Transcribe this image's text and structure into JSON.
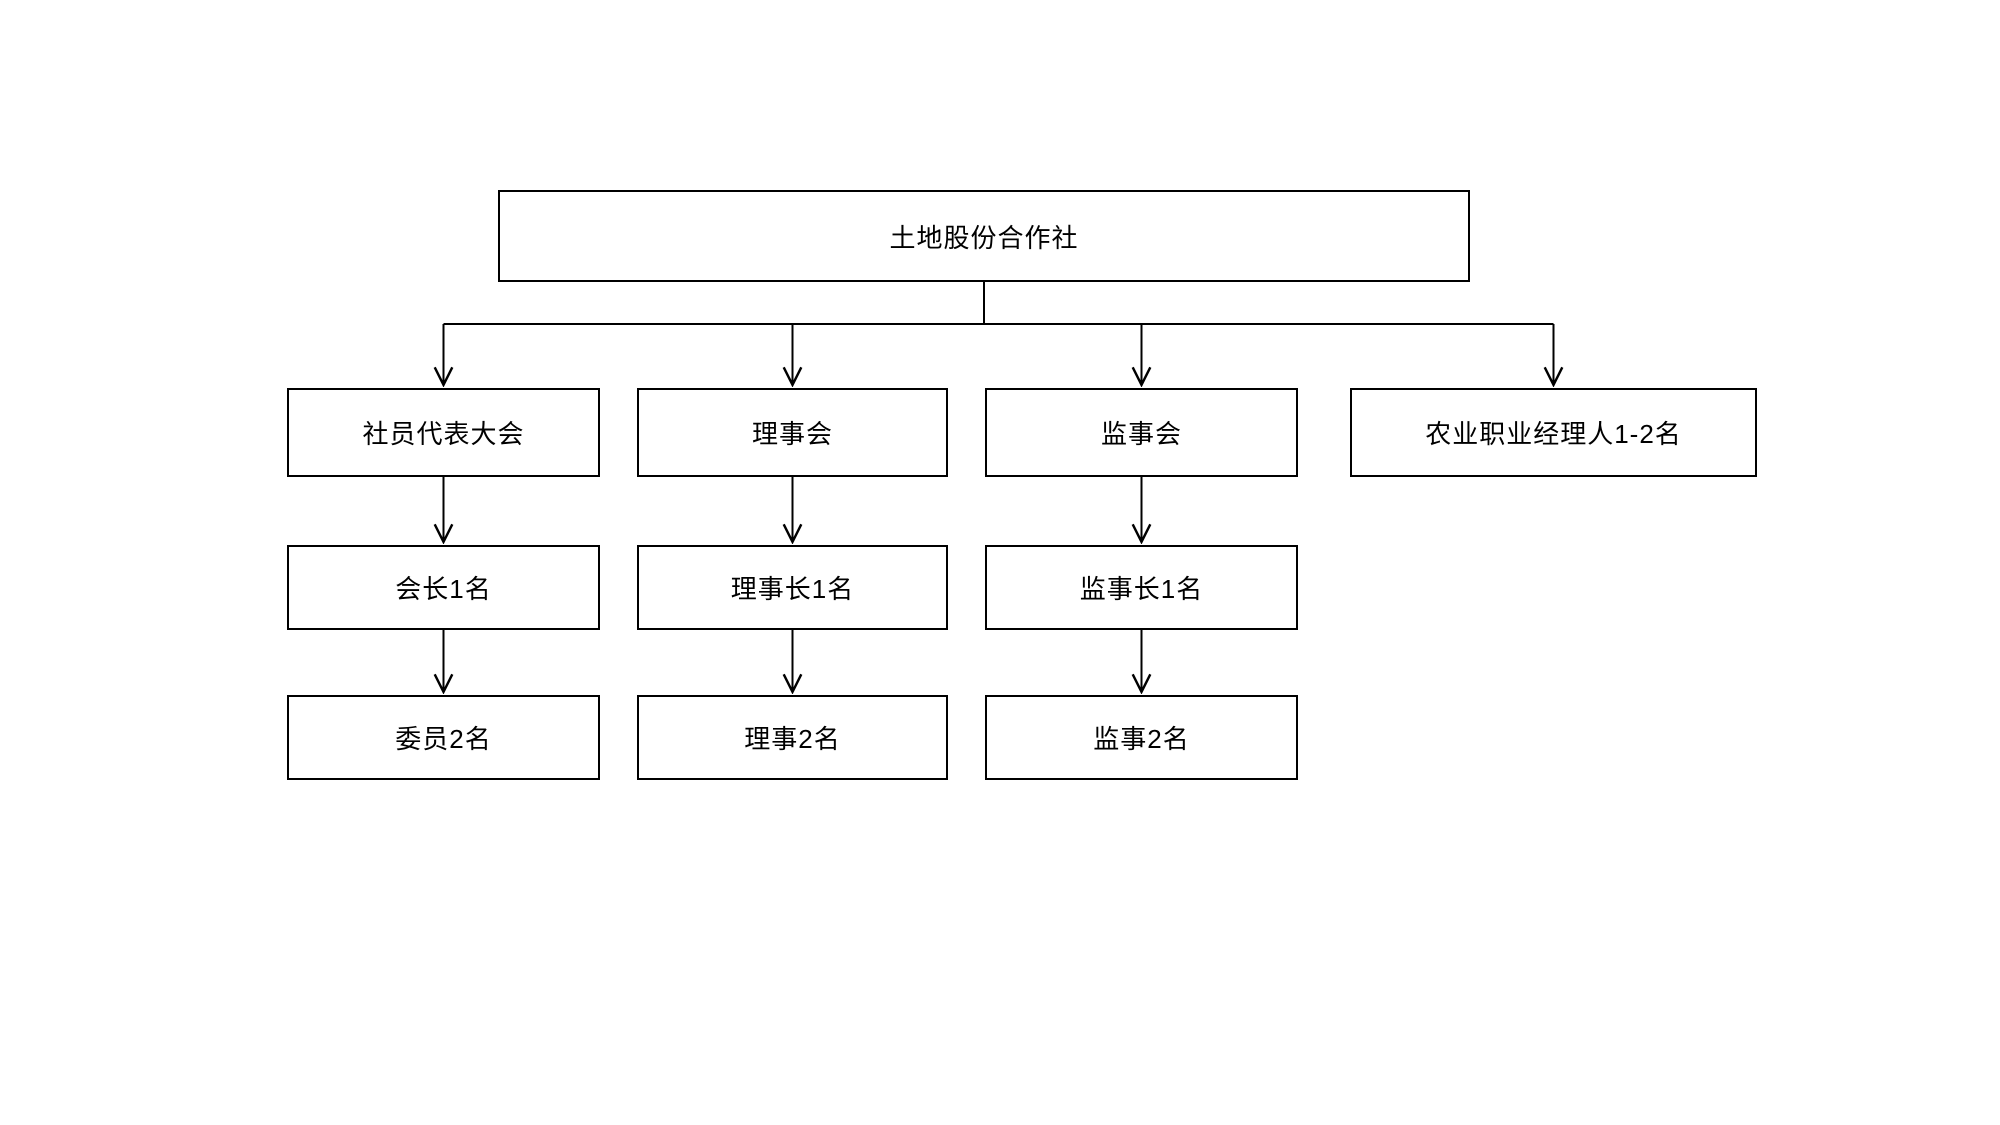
{
  "diagram": {
    "type": "org-chart",
    "background_color": "#ffffff",
    "line_color": "#000000",
    "box_border_color": "#000000",
    "text_color": "#000000",
    "nodes": {
      "root": {
        "label": "土地股份合作社"
      },
      "assembly": {
        "label": "社员代表大会"
      },
      "council": {
        "label": "理事会"
      },
      "supervisory": {
        "label": "监事会"
      },
      "manager": {
        "label": "农业职业经理人1-2名"
      },
      "president": {
        "label": "会长1名"
      },
      "council_chair": {
        "label": "理事长1名"
      },
      "supervisory_chair": {
        "label": "监事长1名"
      },
      "committee": {
        "label": "委员2名"
      },
      "council_members": {
        "label": "理事2名"
      },
      "supervisors": {
        "label": "监事2名"
      }
    },
    "edges": [
      {
        "from": "土地股份合作社",
        "to": "社员代表大会"
      },
      {
        "from": "土地股份合作社",
        "to": "理事会"
      },
      {
        "from": "土地股份合作社",
        "to": "监事会"
      },
      {
        "from": "土地股份合作社",
        "to": "农业职业经理人1-2名"
      },
      {
        "from": "社员代表大会",
        "to": "会长1名"
      },
      {
        "from": "会长1名",
        "to": "委员2名"
      },
      {
        "from": "理事会",
        "to": "理事长1名"
      },
      {
        "from": "理事长1名",
        "to": "理事2名"
      },
      {
        "from": "监事会",
        "to": "监事长1名"
      },
      {
        "from": "监事长1名",
        "to": "监事2名"
      }
    ]
  }
}
